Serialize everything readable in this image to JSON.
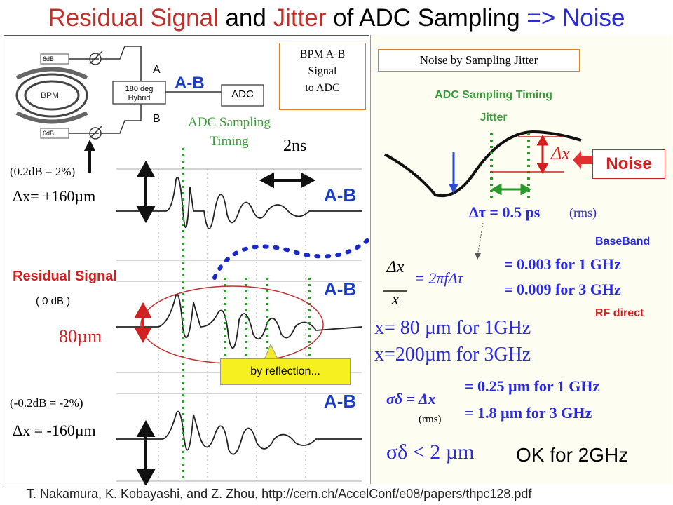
{
  "title": {
    "part1": "Residual Signal",
    "part2": " and ",
    "part3": "Jitter",
    "part4": " of ADC Sampling ",
    "part5": "=> Noise"
  },
  "block": {
    "att_top": "6dB",
    "att_bottom": "6dB",
    "bpm": "BPM",
    "hybrid_line1": "180 deg",
    "hybrid_line2": "Hybrid",
    "port_a": "A",
    "port_b": "B",
    "ab_label": "A-B",
    "adc": "ADC"
  },
  "bpm_box": {
    "line1": "BPM A-B",
    "line2": "Signal",
    "line3": "to ADC"
  },
  "adc_timing": {
    "line1": "ADC Sampling",
    "line2": "Timing"
  },
  "two_ns": "2ns",
  "trace_top": {
    "db": "(0.2dB = 2%)",
    "dx": "Δx= +160µm",
    "ab": "A-B"
  },
  "trace_mid": {
    "label": "Residual Signal",
    "db": "( 0 dB )",
    "um": "80µm",
    "ab": "A-B"
  },
  "trace_bot": {
    "db": "(-0.2dB = -2%)",
    "dx": "Δx = -160µm",
    "ab": "A-B"
  },
  "reflection": "by reflection...",
  "right": {
    "noise_box": "Noise by Sampling Jitter",
    "jitter_line1": "ADC Sampling Timing",
    "jitter_line2": "Jitter",
    "dx": "Δx",
    "noise": "Noise",
    "dtau": "Δτ = 0.5 ps",
    "rms": "(rms)",
    "baseband": "BaseBand",
    "frac_num": "Δx",
    "frac_den": "x",
    "eq": "= 2πfΔτ",
    "r1": "= 0.003 for 1 GHz",
    "r2": "= 0.009 for 3 GHz",
    "rf_direct": "RF direct",
    "x1": "x= 80 µm for 1GHz",
    "x2": "x=200µm for 3GHz",
    "sigma_eq": "σδ = Δx",
    "sigma_rms": "(rms)",
    "s1": "= 0.25 µm for 1 GHz",
    "s2": "=   1.8 µm for 3 GHz",
    "sigma_final": "σδ < 2  µm",
    "ok": "OK for 2GHz"
  },
  "footer": "T. Nakamura, K. Kobayashi, and Z. Zhou,  http://cern.ch/AccelConf/e08/papers/thpc128.pdf",
  "colors": {
    "red": "#c0302a",
    "blue": "#1a3ec0",
    "green": "#3a9a3a",
    "box_border": "#e08020"
  }
}
